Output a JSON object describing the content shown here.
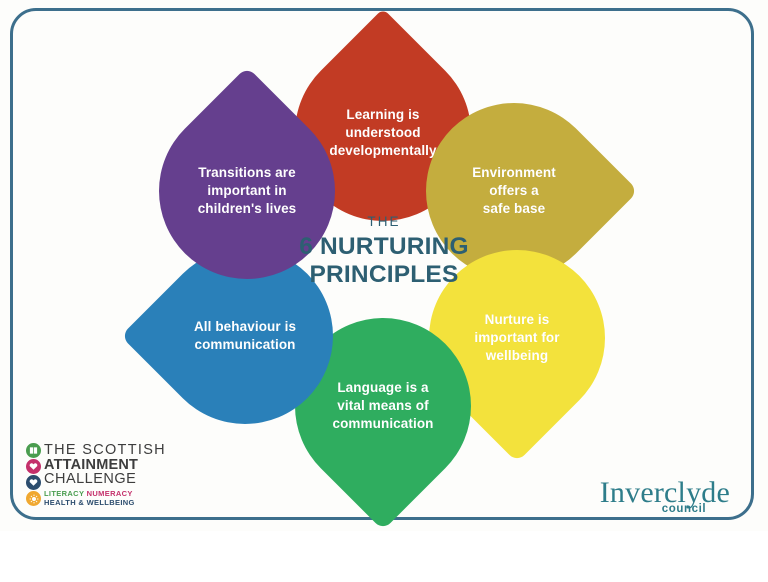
{
  "poster": {
    "border_color": "#3d6f8c",
    "background_color": "#fdfdfb"
  },
  "centre": {
    "eyebrow": "THE",
    "heading": "6 NURTURING\nPRINCIPLES",
    "text_color": "#2d5f72"
  },
  "petals": [
    {
      "id": "learning",
      "label": "Learning is\nunderstood\ndevelopmentally",
      "color": "#c23b24"
    },
    {
      "id": "environment",
      "label": "Environment\noffers a\nsafe base",
      "color": "#c4ad3e"
    },
    {
      "id": "nurture",
      "label": "Nurture is\nimportant for\nwellbeing",
      "color": "#f3e23c"
    },
    {
      "id": "language",
      "label": "Language is a\nvital means of\ncommunication",
      "color": "#2fad5f"
    },
    {
      "id": "behaviour",
      "label": "All behaviour is\ncommunication",
      "color": "#2a80b9"
    },
    {
      "id": "transitions",
      "label": "Transitions are\nimportant in\nchildren's lives",
      "color": "#653f8e"
    }
  ],
  "logos": {
    "scottish_attainment_challenge": {
      "line1": "THE SCOTTISH",
      "line2": "ATTAINMENT",
      "line3": "CHALLENGE",
      "tag_literacy": "LITERACY",
      "tag_numeracy": "NUMERACY",
      "tag_health": "HEALTH & WELLBEING",
      "icons": [
        {
          "name": "book-icon",
          "color": "#4a9d4f"
        },
        {
          "name": "heart-icon",
          "color": "#c4306b"
        },
        {
          "name": "heart-icon",
          "color": "#2c4d6e"
        },
        {
          "name": "sun-icon",
          "color": "#f0a830"
        }
      ]
    },
    "inverclyde": {
      "name": "Inverclyde",
      "subtitle": "council",
      "color": "#2e7d8a"
    }
  }
}
